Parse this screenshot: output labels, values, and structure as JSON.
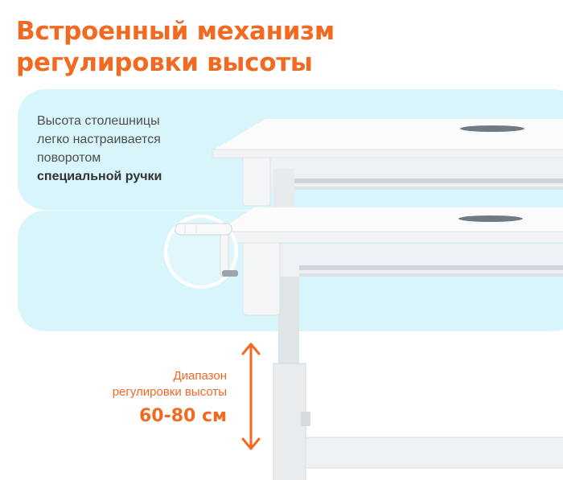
{
  "heading": {
    "line1": "Встроенный механизм",
    "line2": "регулировки высоты"
  },
  "description": {
    "line1": "Высота столешницы",
    "line2": "легко настраивается",
    "line3": "поворотом",
    "line4": "специальной ручки"
  },
  "range": {
    "label_line1": "Диапазон",
    "label_line2": "регулировки высоты",
    "value": "60-80 см"
  },
  "colors": {
    "accent": "#f26a21",
    "bubble": "#d8f5fb",
    "text": "#4d4d4d"
  }
}
